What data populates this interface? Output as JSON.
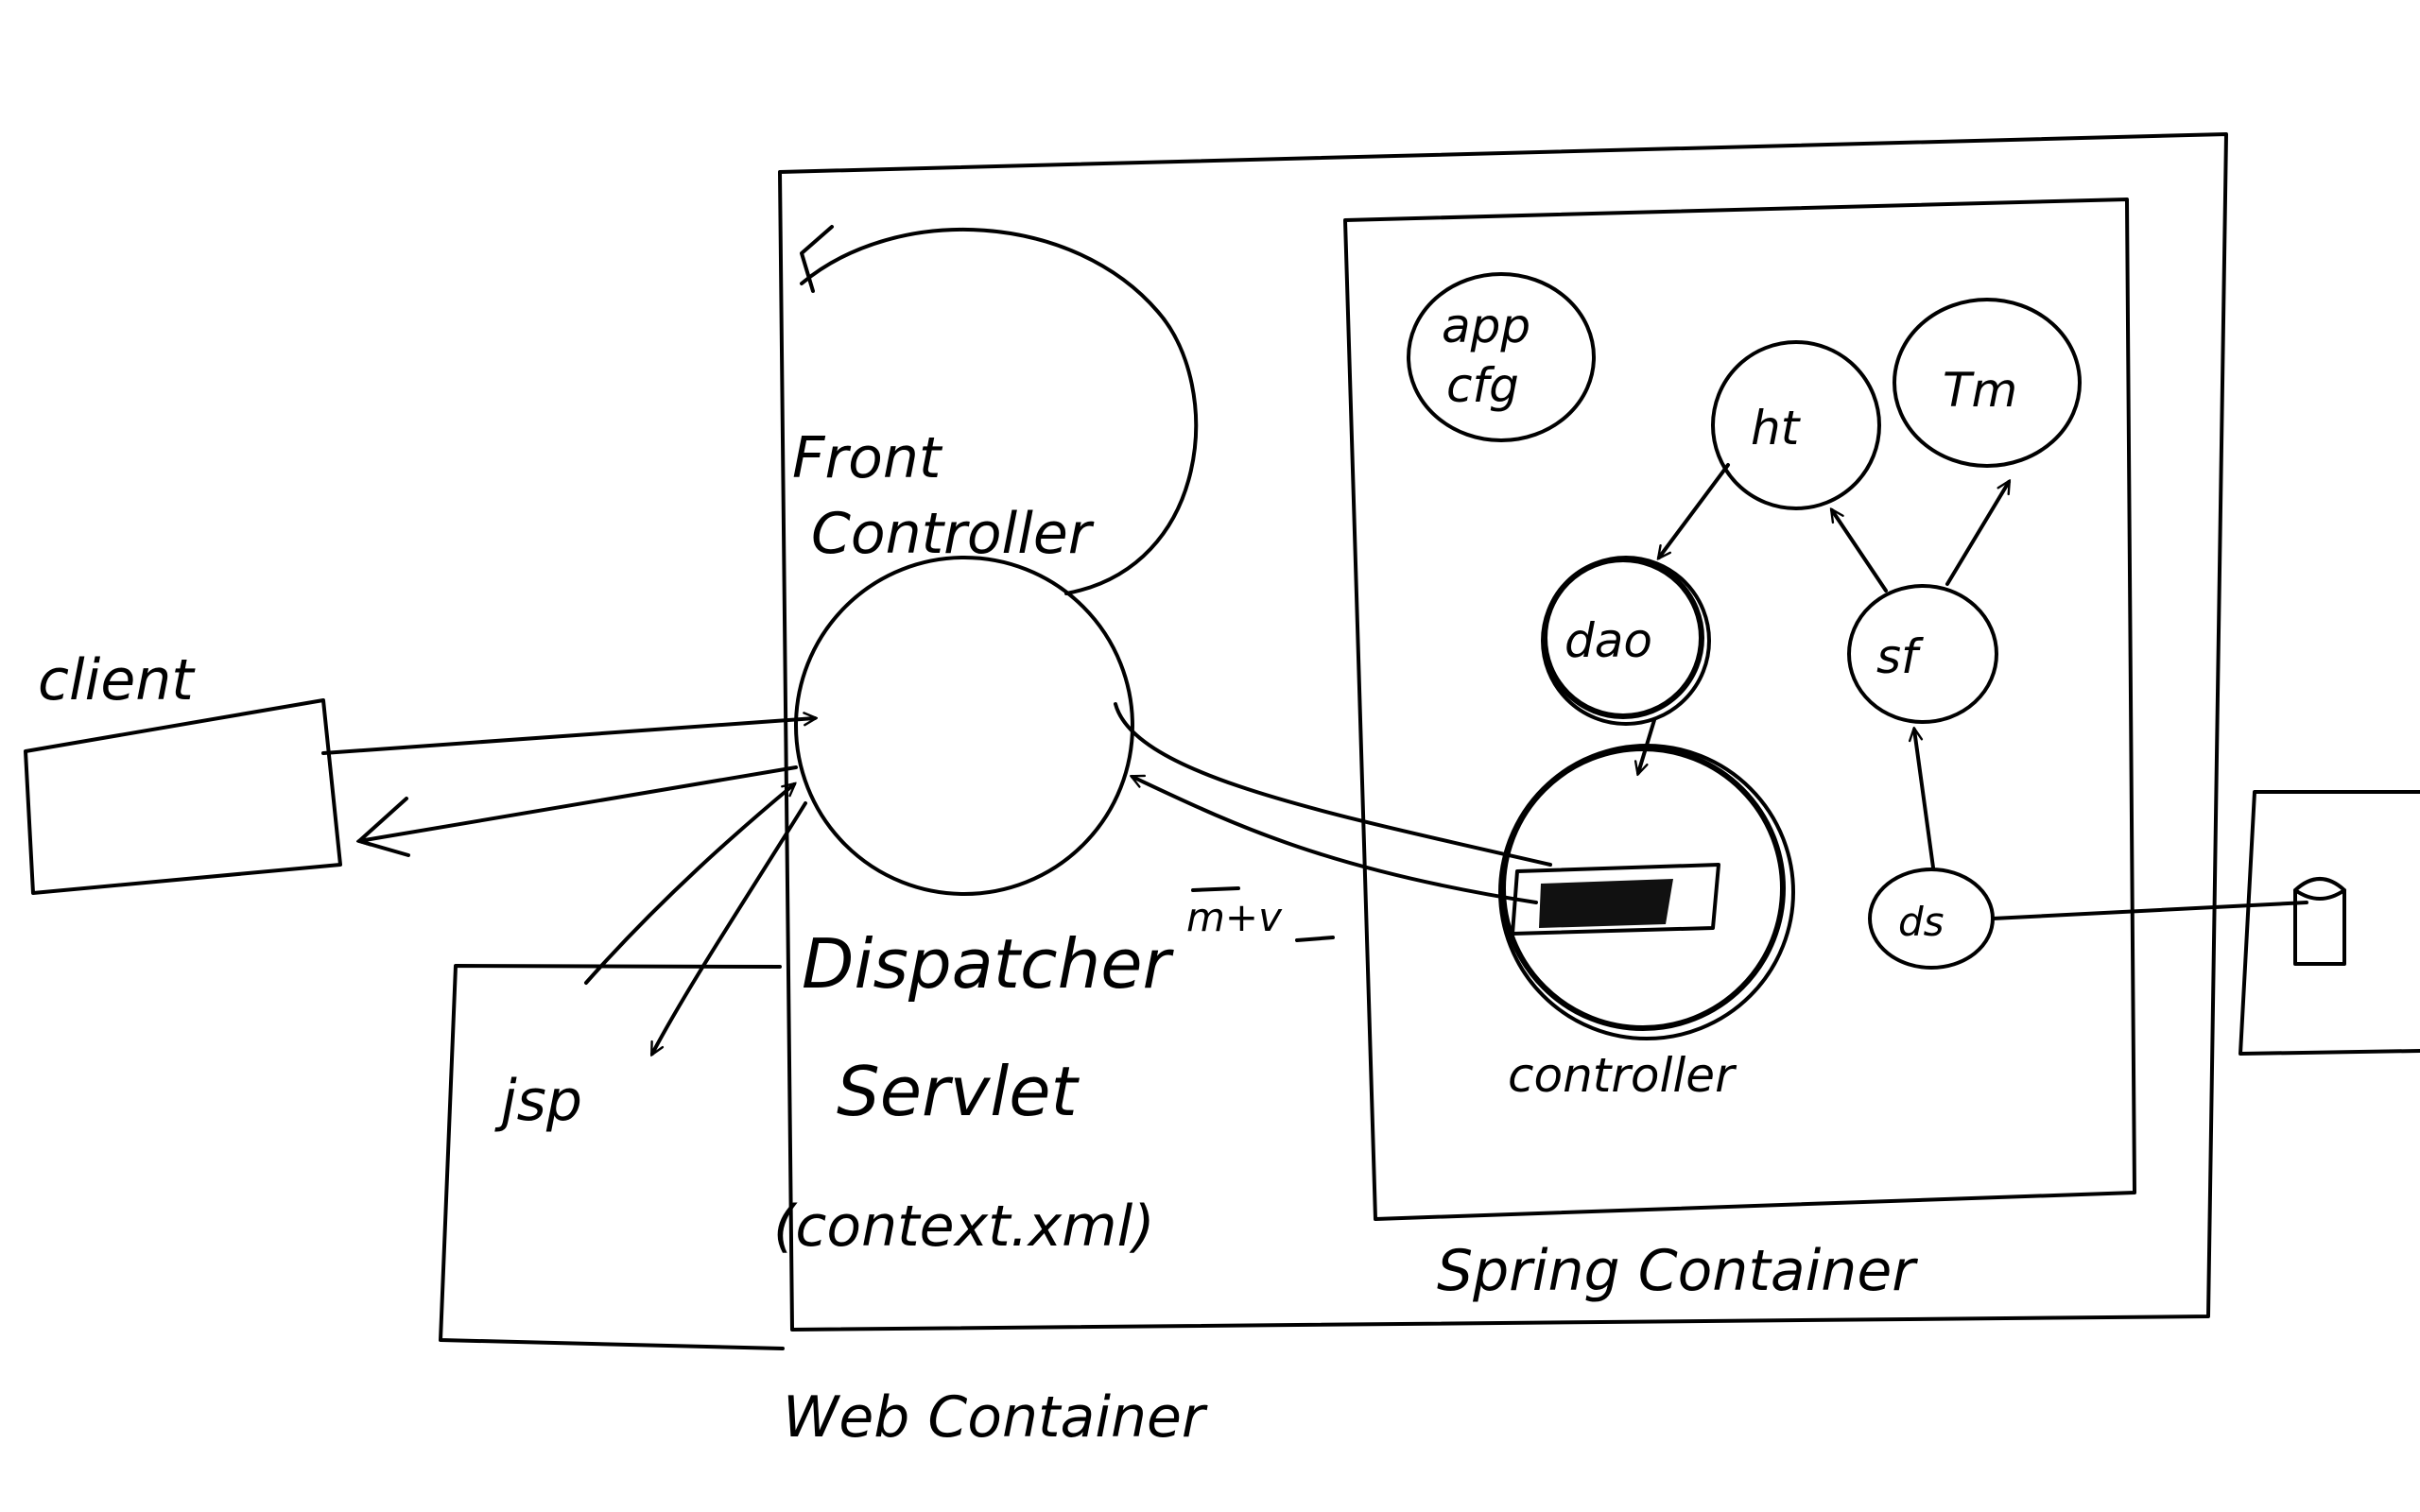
{
  "diagram": {
    "labels": {
      "client": "client",
      "front_controller_line1": "Front",
      "front_controller_line2": "Controller",
      "dispatcher_line1": "Dispatcher",
      "dispatcher_line2": "Servlet",
      "dispatcher_line3": "(context.xml)",
      "web_container": "Web Container",
      "spring_container": "Spring Container",
      "jsp": "jsp",
      "mv": "m+v",
      "app_cfg_line1": "app",
      "app_cfg_line2": "cfg",
      "ht": "ht",
      "tm": "Tm",
      "dao": "dao",
      "sf": "sf",
      "controller": "controller",
      "ds": "ds"
    }
  }
}
